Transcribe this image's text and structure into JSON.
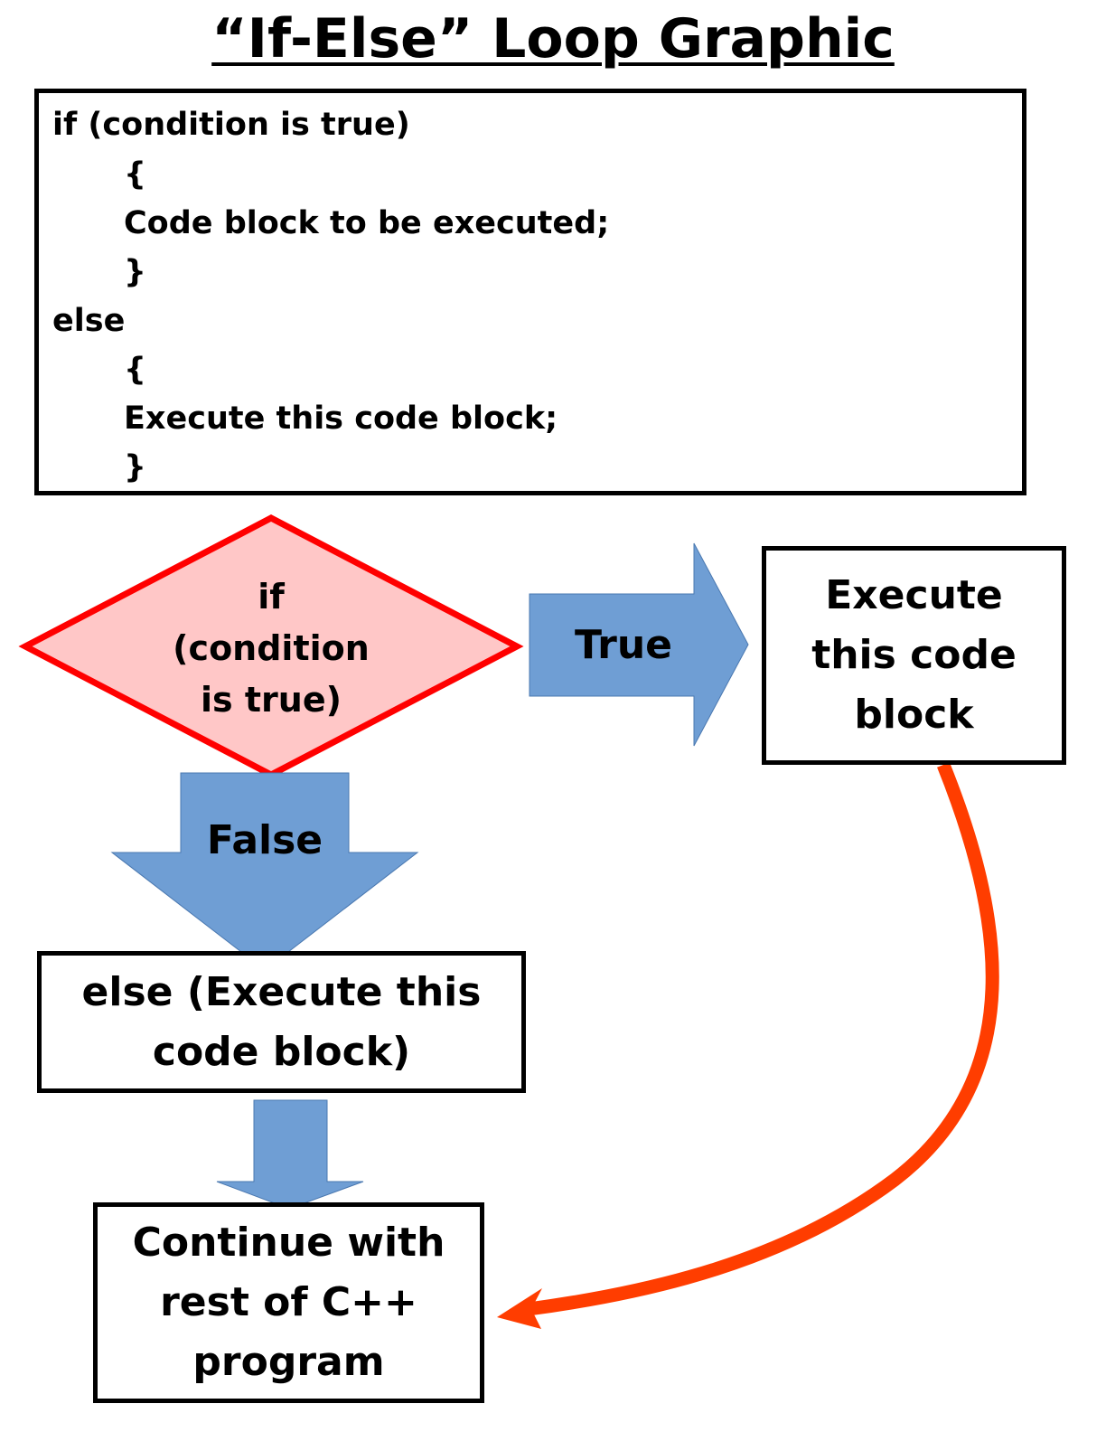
{
  "title": "“If-Else” Loop Graphic",
  "code_block": {
    "lines": [
      "if (condition is true)",
      "{",
      "Code block to be executed;",
      "}",
      "else",
      "{",
      "Execute this code block;",
      "}"
    ]
  },
  "flowchart": {
    "decision": [
      "if",
      "(condition",
      "is true)"
    ],
    "true_label": "True",
    "false_label": "False",
    "true_box": [
      "Execute",
      "this code",
      "block"
    ],
    "else_box": [
      "else (Execute this",
      "code block)"
    ],
    "continue_box": [
      "Continue with",
      "rest of C++",
      "program"
    ]
  },
  "colors": {
    "decision_fill": "#ffc7c7",
    "decision_stroke": "#ff0000",
    "arrow_fill": "#6f9ed4",
    "return_arrow": "#ff3d00"
  }
}
